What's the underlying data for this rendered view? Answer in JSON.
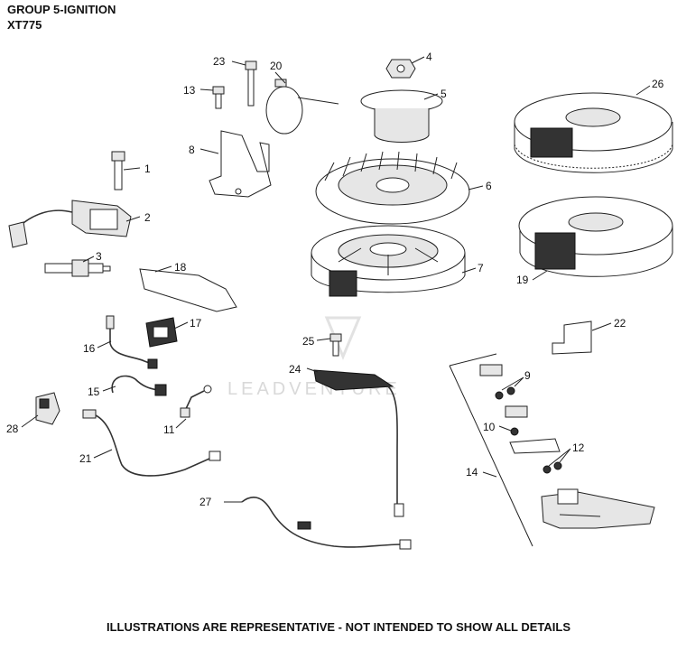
{
  "header": {
    "line1": "GROUP 5-IGNITION",
    "line2": "XT775"
  },
  "footer": "ILLUSTRATIONS ARE REPRESENTATIVE - NOT INTENDED TO SHOW ALL DETAILS",
  "watermark": "LEADVENTURE",
  "callouts": {
    "c1": "1",
    "c2": "2",
    "c3": "3",
    "c4": "4",
    "c5": "5",
    "c6": "6",
    "c7": "7",
    "c8": "8",
    "c9": "9",
    "c10": "10",
    "c11": "11",
    "c12": "12",
    "c13": "13",
    "c14": "14",
    "c15": "15",
    "c16": "16",
    "c17": "17",
    "c18": "18",
    "c19": "19",
    "c20": "20",
    "c21": "21",
    "c22": "22",
    "c23": "23",
    "c24": "24",
    "c25": "25",
    "c26": "26",
    "c27": "27",
    "c28": "28"
  }
}
